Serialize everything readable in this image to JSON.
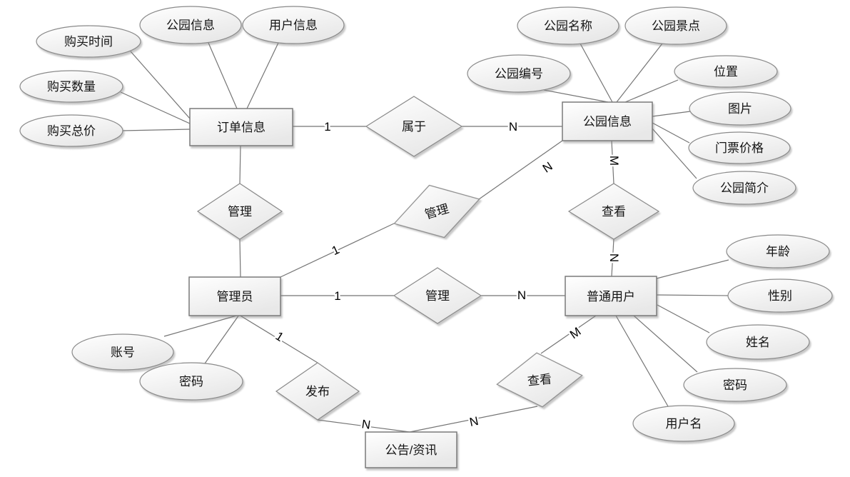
{
  "entities": {
    "order": {
      "label": "订单信息"
    },
    "park": {
      "label": "公园信息"
    },
    "admin": {
      "label": "管理员"
    },
    "user": {
      "label": "普通用户"
    },
    "notice": {
      "label": "公告/资讯"
    }
  },
  "relationships": {
    "belong": {
      "label": "属于"
    },
    "manage_order": {
      "label": "管理"
    },
    "manage_park": {
      "label": "管理"
    },
    "manage_user": {
      "label": "管理"
    },
    "view_park": {
      "label": "查看"
    },
    "view_notice": {
      "label": "查看"
    },
    "publish": {
      "label": "发布"
    }
  },
  "attributes": {
    "order": {
      "buy_time": "购买时间",
      "park_info": "公园信息",
      "user_info": "用户信息",
      "buy_count": "购买数量",
      "buy_total": "购买总价"
    },
    "park": {
      "park_id": "公园编号",
      "park_name": "公园名称",
      "park_spots": "公园景点",
      "location": "位置",
      "image": "图片",
      "ticket_price": "门票价格",
      "park_intro": "公园简介"
    },
    "admin": {
      "account": "账号",
      "password": "密码"
    },
    "user": {
      "age": "年龄",
      "gender": "性别",
      "name": "姓名",
      "password": "密码",
      "username": "用户名"
    }
  },
  "cardinalities": {
    "belong_order": "1",
    "belong_park": "N",
    "manage_park_admin": "1",
    "manage_park_park": "N",
    "manage_user_admin": "1",
    "manage_user_user": "N",
    "view_park_park": "M",
    "view_park_user": "N",
    "view_notice_user": "M",
    "view_notice_notice": "N",
    "publish_admin": "1",
    "publish_notice": "N"
  },
  "colors": {
    "node_fill_top": "#ffffff",
    "node_fill_bottom": "#e8e8e8",
    "node_stroke": "#8a8a8a",
    "edge_stroke": "#757575",
    "text": "#141414",
    "background": "#ffffff"
  }
}
